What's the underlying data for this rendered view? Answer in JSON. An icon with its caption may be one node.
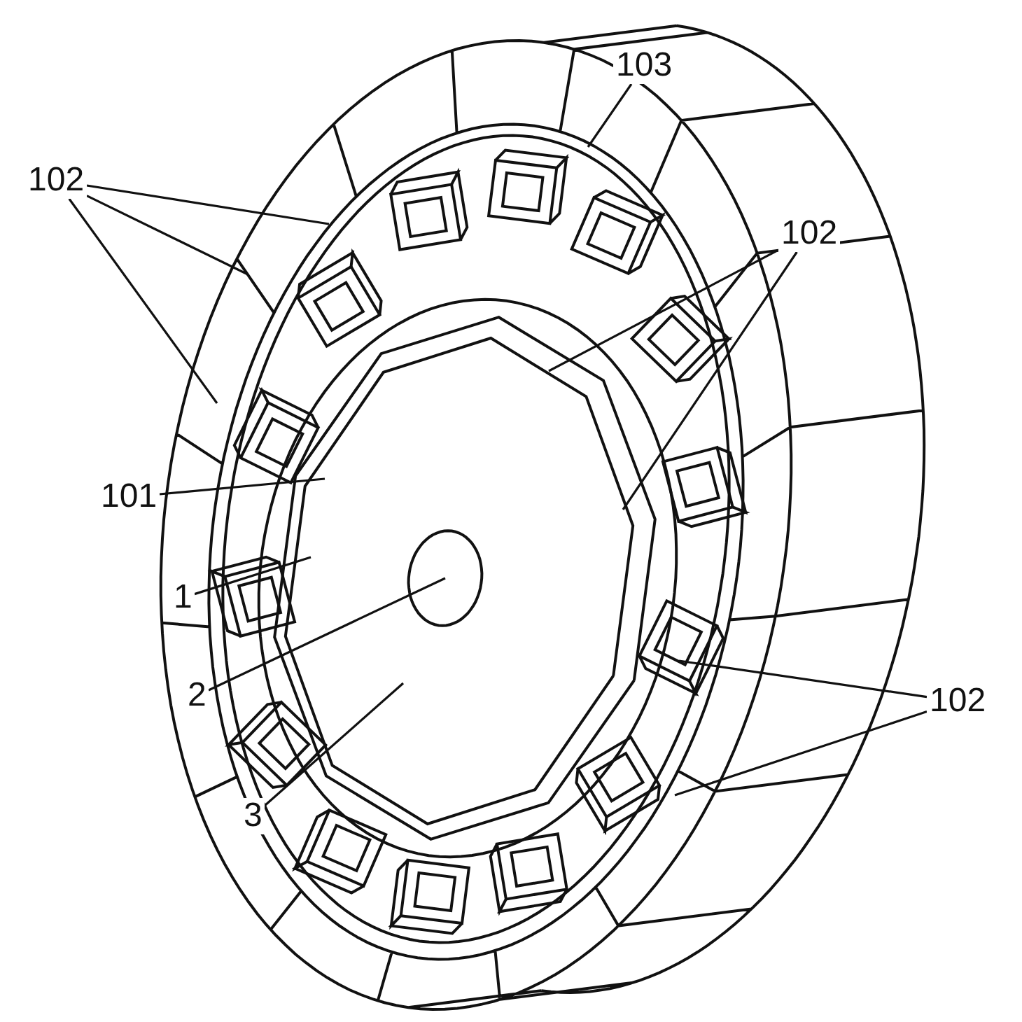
{
  "diagram": {
    "nodes": [
      {
        "text": [
          "103"
        ]
      },
      {
        "text": [
          "102"
        ]
      },
      {
        "text": [
          "102"
        ]
      },
      {
        "text": [
          "101"
        ]
      },
      {
        "text": [
          "1"
        ]
      },
      {
        "text": [
          "2"
        ]
      },
      {
        "text": [
          "3"
        ]
      },
      {
        "text": [
          "102"
        ]
      }
    ],
    "edges": [
      {
        "from": 0,
        "to": null,
        "arrow": "none"
      },
      {
        "from": 1,
        "to": null,
        "arrow": "none"
      },
      {
        "from": 1,
        "to": null,
        "arrow": "none"
      },
      {
        "from": 1,
        "to": null,
        "arrow": "none"
      },
      {
        "from": 2,
        "to": null,
        "arrow": "none"
      },
      {
        "from": 2,
        "to": null,
        "arrow": "none"
      },
      {
        "from": 3,
        "to": null,
        "arrow": "none"
      },
      {
        "from": 4,
        "to": null,
        "arrow": "none"
      },
      {
        "from": 5,
        "to": null,
        "arrow": "none"
      },
      {
        "from": 6,
        "to": null,
        "arrow": "none"
      },
      {
        "from": 7,
        "to": null,
        "arrow": "none"
      },
      {
        "from": 7,
        "to": null,
        "arrow": "none"
      }
    ]
  }
}
